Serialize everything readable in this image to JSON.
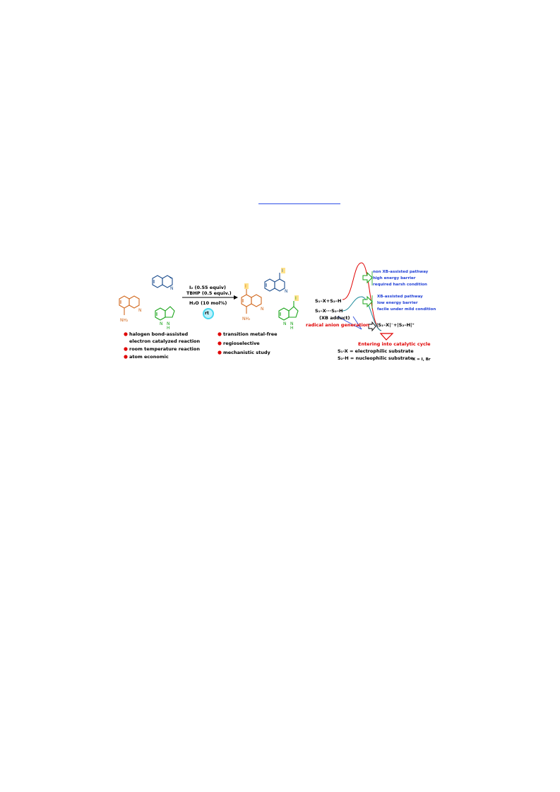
{
  "colors": {
    "orange": "#d2691e",
    "navy": "#1e4f8f",
    "green": "#19a419",
    "red": "#e00000",
    "blue": "#1f3fd6",
    "cyan": "#46d7f0",
    "link": "#3050e8"
  },
  "conditions": {
    "line1": "I₂ (0.55 equiv)",
    "line2": "TBHP (0.5 equiv.)",
    "line3": "H₂O (10 mol%)",
    "badge": "rt"
  },
  "atoms": {
    "iodine": "I",
    "amine": "NH₂",
    "nitrogen": "N",
    "pyrrole_h": "H"
  },
  "features_left": [
    "halogen bond-assisted",
    "electron catalyzed reaction",
    "room temperature reaction",
    "atom economic"
  ],
  "features_right": [
    "transition metal-free",
    "regioselective",
    "mechanistic study"
  ],
  "mechanism": {
    "path_top": [
      "non XB-assisted pathway",
      "high energy barrier",
      "required harsh condition"
    ],
    "path_bottom": [
      "XB-assisted pathway",
      "low energy barrier",
      "facile under mild condition"
    ],
    "start": "S₁–X+S₂–H",
    "adduct": "S₁–X···S₂–H",
    "adduct_label": "(XB adduct)",
    "radical_label": "radical anion generation",
    "radical_species": "|S₁–X|⁻+|S₂–H|⁺",
    "cycle": "Entering into catalytic cycle",
    "def1": "S₁-X = electrophilic substrate",
    "def2": "S₂-H = nucleophilic substrate",
    "halogens": "X = I, Br"
  }
}
